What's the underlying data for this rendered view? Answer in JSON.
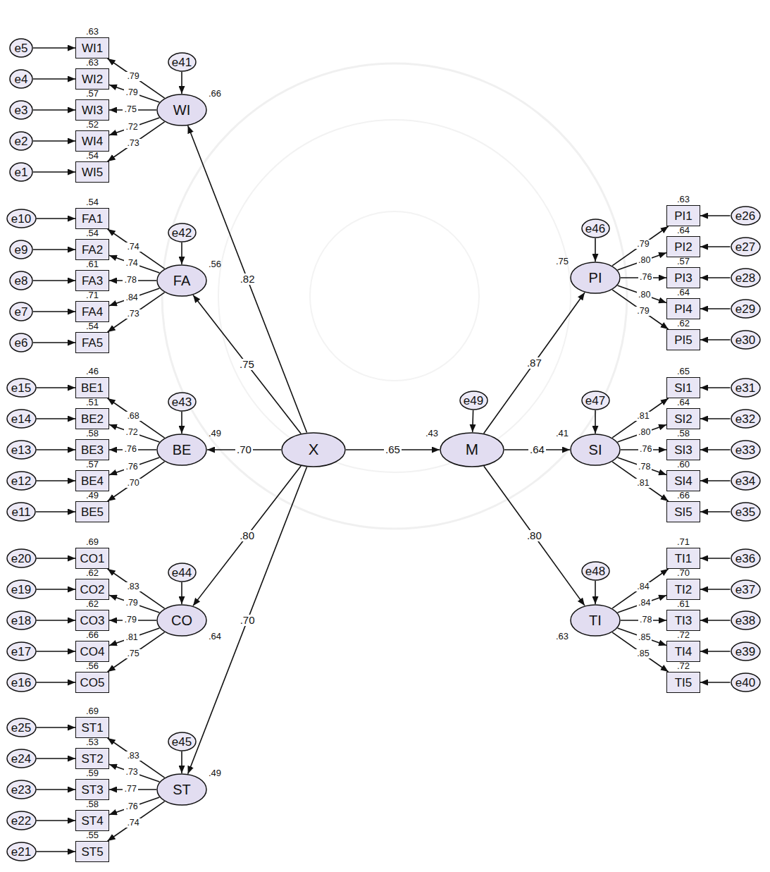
{
  "diagram": {
    "nodes": [
      {
        "text": [
          "e5"
        ]
      },
      {
        "text": [
          "WI1"
        ]
      },
      {
        "text": [
          "e4"
        ]
      },
      {
        "text": [
          "WI2"
        ]
      },
      {
        "text": [
          "e3"
        ]
      },
      {
        "text": [
          "WI3"
        ]
      },
      {
        "text": [
          "e2"
        ]
      },
      {
        "text": [
          "WI4"
        ]
      },
      {
        "text": [
          "e1"
        ]
      },
      {
        "text": [
          "WI5"
        ]
      },
      {
        "text": [
          "e41"
        ]
      },
      {
        "text": [
          "WI"
        ]
      },
      {
        "text": [
          "e10"
        ]
      },
      {
        "text": [
          "FA1"
        ]
      },
      {
        "text": [
          "e9"
        ]
      },
      {
        "text": [
          "FA2"
        ]
      },
      {
        "text": [
          "e8"
        ]
      },
      {
        "text": [
          "FA3"
        ]
      },
      {
        "text": [
          "e7"
        ]
      },
      {
        "text": [
          "FA4"
        ]
      },
      {
        "text": [
          "e6"
        ]
      },
      {
        "text": [
          "FA5"
        ]
      },
      {
        "text": [
          "e42"
        ]
      },
      {
        "text": [
          "FA"
        ]
      },
      {
        "text": [
          "e15"
        ]
      },
      {
        "text": [
          "BE1"
        ]
      },
      {
        "text": [
          "e14"
        ]
      },
      {
        "text": [
          "BE2"
        ]
      },
      {
        "text": [
          "e13"
        ]
      },
      {
        "text": [
          "BE3"
        ]
      },
      {
        "text": [
          "e12"
        ]
      },
      {
        "text": [
          "BE4"
        ]
      },
      {
        "text": [
          "e11"
        ]
      },
      {
        "text": [
          "BE5"
        ]
      },
      {
        "text": [
          "e43"
        ]
      },
      {
        "text": [
          "BE"
        ]
      },
      {
        "text": [
          "e20"
        ]
      },
      {
        "text": [
          "CO1"
        ]
      },
      {
        "text": [
          "e19"
        ]
      },
      {
        "text": [
          "CO2"
        ]
      },
      {
        "text": [
          "e18"
        ]
      },
      {
        "text": [
          "CO3"
        ]
      },
      {
        "text": [
          "e17"
        ]
      },
      {
        "text": [
          "CO4"
        ]
      },
      {
        "text": [
          "e16"
        ]
      },
      {
        "text": [
          "CO5"
        ]
      },
      {
        "text": [
          "e44"
        ]
      },
      {
        "text": [
          "CO"
        ]
      },
      {
        "text": [
          "e25"
        ]
      },
      {
        "text": [
          "ST1"
        ]
      },
      {
        "text": [
          "e24"
        ]
      },
      {
        "text": [
          "ST2"
        ]
      },
      {
        "text": [
          "e23"
        ]
      },
      {
        "text": [
          "ST3"
        ]
      },
      {
        "text": [
          "e22"
        ]
      },
      {
        "text": [
          "ST4"
        ]
      },
      {
        "text": [
          "e21"
        ]
      },
      {
        "text": [
          "ST5"
        ]
      },
      {
        "text": [
          "e45"
        ]
      },
      {
        "text": [
          "ST"
        ]
      },
      {
        "text": [
          "X"
        ]
      },
      {
        "text": [
          "e49"
        ]
      },
      {
        "text": [
          "M"
        ]
      },
      {
        "text": [
          "e46"
        ]
      },
      {
        "text": [
          "PI"
        ]
      },
      {
        "text": [
          "PI1"
        ]
      },
      {
        "text": [
          "e26"
        ]
      },
      {
        "text": [
          "PI2"
        ]
      },
      {
        "text": [
          "e27"
        ]
      },
      {
        "text": [
          "PI3"
        ]
      },
      {
        "text": [
          "e28"
        ]
      },
      {
        "text": [
          "PI4"
        ]
      },
      {
        "text": [
          "e29"
        ]
      },
      {
        "text": [
          "PI5"
        ]
      },
      {
        "text": [
          "e30"
        ]
      },
      {
        "text": [
          "e47"
        ]
      },
      {
        "text": [
          "SI"
        ]
      },
      {
        "text": [
          "SI1"
        ]
      },
      {
        "text": [
          "e31"
        ]
      },
      {
        "text": [
          "SI2"
        ]
      },
      {
        "text": [
          "e32"
        ]
      },
      {
        "text": [
          "SI3"
        ]
      },
      {
        "text": [
          "e33"
        ]
      },
      {
        "text": [
          "SI4"
        ]
      },
      {
        "text": [
          "e34"
        ]
      },
      {
        "text": [
          "SI5"
        ]
      },
      {
        "text": [
          "e35"
        ]
      },
      {
        "text": [
          "e48"
        ]
      },
      {
        "text": [
          "TI"
        ]
      },
      {
        "text": [
          "TI1"
        ]
      },
      {
        "text": [
          "e36"
        ]
      },
      {
        "text": [
          "TI2"
        ]
      },
      {
        "text": [
          "e37"
        ]
      },
      {
        "text": [
          "TI3"
        ]
      },
      {
        "text": [
          "e38"
        ]
      },
      {
        "text": [
          "TI4"
        ]
      },
      {
        "text": [
          "e39"
        ]
      },
      {
        "text": [
          "TI5"
        ]
      },
      {
        "text": [
          "e40"
        ]
      }
    ],
    "edges": [
      {
        "from": 0,
        "to": 1,
        "arrow": "to"
      },
      {
        "from": 2,
        "to": 3,
        "arrow": "to"
      },
      {
        "from": 4,
        "to": 5,
        "arrow": "to"
      },
      {
        "from": 6,
        "to": 7,
        "arrow": "to"
      },
      {
        "from": 8,
        "to": 9,
        "arrow": "to"
      },
      {
        "from": 11,
        "to": 1,
        "label": ".79",
        "arrow": "to"
      },
      {
        "from": 11,
        "to": 3,
        "label": ".79",
        "arrow": "to"
      },
      {
        "from": 11,
        "to": 5,
        "label": ".75",
        "arrow": "to"
      },
      {
        "from": 11,
        "to": 7,
        "label": ".72",
        "arrow": "to"
      },
      {
        "from": 11,
        "to": 9,
        "label": ".73",
        "arrow": "to"
      },
      {
        "from": 10,
        "to": 11,
        "arrow": "to"
      },
      {
        "from": 12,
        "to": 13,
        "arrow": "to"
      },
      {
        "from": 14,
        "to": 15,
        "arrow": "to"
      },
      {
        "from": 16,
        "to": 17,
        "arrow": "to"
      },
      {
        "from": 18,
        "to": 19,
        "arrow": "to"
      },
      {
        "from": 20,
        "to": 21,
        "arrow": "to"
      },
      {
        "from": 23,
        "to": 13,
        "label": ".74",
        "arrow": "to"
      },
      {
        "from": 23,
        "to": 15,
        "label": ".74",
        "arrow": "to"
      },
      {
        "from": 23,
        "to": 17,
        "label": ".78",
        "arrow": "to"
      },
      {
        "from": 23,
        "to": 19,
        "label": ".84",
        "arrow": "to"
      },
      {
        "from": 23,
        "to": 21,
        "label": ".73",
        "arrow": "to"
      },
      {
        "from": 22,
        "to": 23,
        "arrow": "to"
      },
      {
        "from": 24,
        "to": 25,
        "arrow": "to"
      },
      {
        "from": 26,
        "to": 27,
        "arrow": "to"
      },
      {
        "from": 28,
        "to": 29,
        "arrow": "to"
      },
      {
        "from": 30,
        "to": 31,
        "arrow": "to"
      },
      {
        "from": 32,
        "to": 33,
        "arrow": "to"
      },
      {
        "from": 35,
        "to": 25,
        "label": ".68",
        "arrow": "to"
      },
      {
        "from": 35,
        "to": 27,
        "label": ".72",
        "arrow": "to"
      },
      {
        "from": 35,
        "to": 29,
        "label": ".76",
        "arrow": "to"
      },
      {
        "from": 35,
        "to": 31,
        "label": ".76",
        "arrow": "to"
      },
      {
        "from": 35,
        "to": 33,
        "label": ".70",
        "arrow": "to"
      },
      {
        "from": 34,
        "to": 35,
        "arrow": "to"
      },
      {
        "from": 36,
        "to": 37,
        "arrow": "to"
      },
      {
        "from": 38,
        "to": 39,
        "arrow": "to"
      },
      {
        "from": 40,
        "to": 41,
        "arrow": "to"
      },
      {
        "from": 42,
        "to": 43,
        "arrow": "to"
      },
      {
        "from": 44,
        "to": 45,
        "arrow": "to"
      },
      {
        "from": 47,
        "to": 37,
        "label": ".83",
        "arrow": "to"
      },
      {
        "from": 47,
        "to": 39,
        "label": ".79",
        "arrow": "to"
      },
      {
        "from": 47,
        "to": 41,
        "label": ".79",
        "arrow": "to"
      },
      {
        "from": 47,
        "to": 43,
        "label": ".81",
        "arrow": "to"
      },
      {
        "from": 47,
        "to": 45,
        "label": ".75",
        "arrow": "to"
      },
      {
        "from": 46,
        "to": 47,
        "arrow": "to"
      },
      {
        "from": 48,
        "to": 49,
        "arrow": "to"
      },
      {
        "from": 50,
        "to": 51,
        "arrow": "to"
      },
      {
        "from": 52,
        "to": 53,
        "arrow": "to"
      },
      {
        "from": 54,
        "to": 55,
        "arrow": "to"
      },
      {
        "from": 56,
        "to": 57,
        "arrow": "to"
      },
      {
        "from": 59,
        "to": 49,
        "label": ".83",
        "arrow": "to"
      },
      {
        "from": 59,
        "to": 51,
        "label": ".73",
        "arrow": "to"
      },
      {
        "from": 59,
        "to": 53,
        "label": ".77",
        "arrow": "to"
      },
      {
        "from": 59,
        "to": 55,
        "label": ".76",
        "arrow": "to"
      },
      {
        "from": 59,
        "to": 57,
        "label": ".74",
        "arrow": "to"
      },
      {
        "from": 58,
        "to": 59,
        "arrow": "to"
      },
      {
        "from": 60,
        "to": 11,
        "label": ".82",
        "arrow": "to"
      },
      {
        "from": 60,
        "to": 23,
        "label": ".75",
        "arrow": "to"
      },
      {
        "from": 60,
        "to": 35,
        "label": ".70",
        "arrow": "to"
      },
      {
        "from": 60,
        "to": 47,
        "label": ".80",
        "arrow": "to"
      },
      {
        "from": 60,
        "to": 59,
        "label": ".70",
        "arrow": "to"
      },
      {
        "from": 60,
        "to": 62,
        "label": ".65",
        "arrow": "to"
      },
      {
        "from": 61,
        "to": 62,
        "arrow": "to"
      },
      {
        "from": 62,
        "to": 64,
        "label": ".87",
        "arrow": "to"
      },
      {
        "from": 62,
        "to": 76,
        "label": ".64",
        "arrow": "to"
      },
      {
        "from": 62,
        "to": 88,
        "label": ".80",
        "arrow": "to"
      },
      {
        "from": 63,
        "to": 64,
        "arrow": "to"
      },
      {
        "from": 64,
        "to": 65,
        "label": ".79",
        "arrow": "to"
      },
      {
        "from": 64,
        "to": 67,
        "label": ".80",
        "arrow": "to"
      },
      {
        "from": 64,
        "to": 69,
        "label": ".76",
        "arrow": "to"
      },
      {
        "from": 64,
        "to": 71,
        "label": ".80",
        "arrow": "to"
      },
      {
        "from": 64,
        "to": 73,
        "label": ".79",
        "arrow": "to"
      },
      {
        "from": 66,
        "to": 65,
        "arrow": "to"
      },
      {
        "from": 68,
        "to": 67,
        "arrow": "to"
      },
      {
        "from": 70,
        "to": 69,
        "arrow": "to"
      },
      {
        "from": 72,
        "to": 71,
        "arrow": "to"
      },
      {
        "from": 74,
        "to": 73,
        "arrow": "to"
      },
      {
        "from": 75,
        "to": 76,
        "arrow": "to"
      },
      {
        "from": 76,
        "to": 77,
        "label": ".81",
        "arrow": "to"
      },
      {
        "from": 76,
        "to": 79,
        "label": ".80",
        "arrow": "to"
      },
      {
        "from": 76,
        "to": 81,
        "label": ".76",
        "arrow": "to"
      },
      {
        "from": 76,
        "to": 83,
        "label": ".78",
        "arrow": "to"
      },
      {
        "from": 76,
        "to": 85,
        "label": ".81",
        "arrow": "to"
      },
      {
        "from": 78,
        "to": 77,
        "arrow": "to"
      },
      {
        "from": 80,
        "to": 79,
        "arrow": "to"
      },
      {
        "from": 82,
        "to": 81,
        "arrow": "to"
      },
      {
        "from": 84,
        "to": 83,
        "arrow": "to"
      },
      {
        "from": 86,
        "to": 85,
        "arrow": "to"
      },
      {
        "from": 87,
        "to": 88,
        "arrow": "to"
      },
      {
        "from": 88,
        "to": 89,
        "label": ".84",
        "arrow": "to"
      },
      {
        "from": 88,
        "to": 91,
        "label": ".84",
        "arrow": "to"
      },
      {
        "from": 88,
        "to": 93,
        "label": ".78",
        "arrow": "to"
      },
      {
        "from": 88,
        "to": 95,
        "label": ".85",
        "arrow": "to"
      },
      {
        "from": 88,
        "to": 97,
        "label": ".85",
        "arrow": "to"
      },
      {
        "from": 90,
        "to": 89,
        "arrow": "to"
      },
      {
        "from": 92,
        "to": 91,
        "arrow": "to"
      },
      {
        "from": 94,
        "to": 93,
        "arrow": "to"
      },
      {
        "from": 96,
        "to": 95,
        "arrow": "to"
      },
      {
        "from": 98,
        "to": 97,
        "arrow": "to"
      }
    ],
    "labels": [
      ".63",
      ".63",
      ".57",
      ".52",
      ".54",
      ".54",
      ".54",
      ".61",
      ".71",
      ".54",
      ".46",
      ".51",
      ".58",
      ".57",
      ".49",
      ".69",
      ".62",
      ".62",
      ".66",
      ".56",
      ".69",
      ".53",
      ".59",
      ".58",
      ".55",
      ".63",
      ".64",
      ".57",
      ".64",
      ".62",
      ".65",
      ".64",
      ".58",
      ".60",
      ".66",
      ".71",
      ".70",
      ".61",
      ".72",
      ".72",
      ".66",
      ".56",
      ".49",
      ".64",
      ".49",
      ".43",
      ".75",
      ".41",
      ".63"
    ]
  }
}
